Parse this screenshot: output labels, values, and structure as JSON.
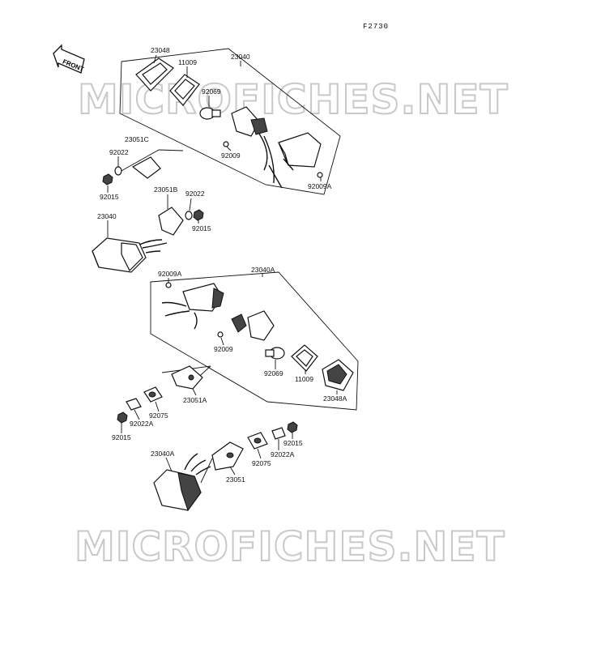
{
  "figure_number": "F2730",
  "front_label": "FRONT",
  "watermark": "MICROFICHES.NET",
  "labels": {
    "p23048": "23048",
    "p11009a": "11009",
    "p23040a": "23040",
    "p92069a": "92069",
    "p92009a": "92009",
    "p92009Aa": "92009A",
    "p23051C": "23051C",
    "p92022a": "92022",
    "p92015a": "92015",
    "p23051B": "23051B",
    "p92022b": "92022",
    "p23040b": "23040",
    "p92015b": "92015",
    "p92009Ab": "92009A",
    "p23040Aa": "23040A",
    "p92009b": "92009",
    "p92069b": "92069",
    "p11009b": "11009",
    "p23048A": "23048A",
    "p23051A": "23051A",
    "p92075a": "92075",
    "p92022Aa": "92022A",
    "p92015c": "92015",
    "p23040Ab": "23040A",
    "p23051": "23051",
    "p92075b": "92075",
    "p92022Ab": "92022A",
    "p92015d": "92015"
  }
}
